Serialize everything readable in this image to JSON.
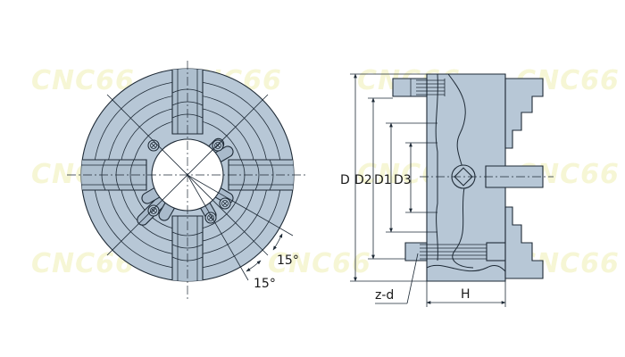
{
  "watermark_text": "CNC66",
  "front_view": {
    "angle_label_outer": "15°",
    "angle_label_inner": "15°"
  },
  "side_view": {
    "dimension_labels": [
      "D",
      "D2",
      "D1",
      "D3"
    ],
    "bolt_label": "z-d",
    "width_label": "H"
  },
  "colors": {
    "body": "#b7c7d6",
    "line": "#1e2a36",
    "watermark": "#f3f3c8"
  }
}
